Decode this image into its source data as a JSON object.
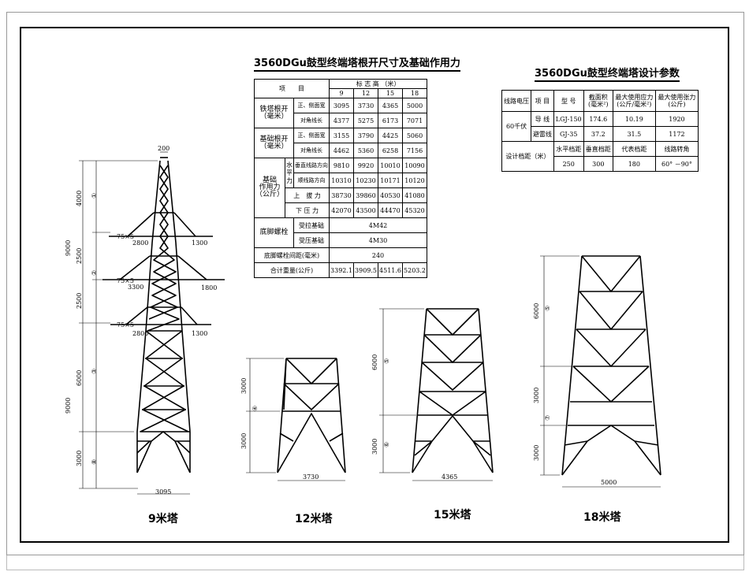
{
  "root_table": {
    "title": "3560DGu鼓型终端塔根开尺寸及基础作用力",
    "h_item": "项　　目",
    "h_height": "标 志 高 （米）",
    "heights": [
      "9",
      "12",
      "15",
      "18"
    ],
    "tower_root_label": "铁塔根开\n（毫米）",
    "foundation_root_label": "基础根开\n（毫米）",
    "front_side": "正、侧面宽",
    "diagonal": "对角线长",
    "tower_front": [
      "3095",
      "3730",
      "4365",
      "5000"
    ],
    "tower_diag": [
      "4377",
      "5275",
      "6173",
      "7071"
    ],
    "found_front": [
      "3155",
      "3790",
      "4425",
      "5060"
    ],
    "found_diag": [
      "4462",
      "5360",
      "6258",
      "7156"
    ],
    "force_label": "基础\n作用力\n（公斤）",
    "horizontal": "水平力",
    "perp": "垂直线路方向",
    "along": "顺线路方向",
    "perp_vals": [
      "9810",
      "9920",
      "10010",
      "10090"
    ],
    "along_vals": [
      "10310",
      "10230",
      "10171",
      "10120"
    ],
    "uplift": "上　拔 力",
    "uplift_vals": [
      "38730",
      "39860",
      "40530",
      "41080"
    ],
    "down": "下 压 力",
    "down_vals": [
      "42070",
      "43500",
      "44470",
      "45320"
    ],
    "bolt_label": "底脚螺栓",
    "tension_found": "受拉基础",
    "tension_val": "4M42",
    "comp_found": "受压基础",
    "comp_val": "4M30",
    "bolt_spacing": "底脚螺栓间距(毫米)",
    "bolt_spacing_val": "240",
    "weight": "合计重量(公斤)",
    "weight_vals": [
      "3392.1",
      "3909.5",
      "4511.6",
      "5203.2"
    ]
  },
  "design_table": {
    "title": "3560DGu鼓型终端塔设计参数",
    "h_voltage": "线路电压",
    "h_item": "项 目",
    "h_type": "型 号",
    "h_area": "截面积\n(毫米²)",
    "h_stress": "最大使用应力\n(公斤/毫米²)",
    "h_tension": "最大使用张力\n(公斤)",
    "voltage": "60千伏",
    "conductor": "导 线",
    "conductor_type": "LGJ-150",
    "conductor_area": "174.6",
    "conductor_stress": "10.19",
    "conductor_tension": "1920",
    "ground": "避雷线",
    "ground_type": "GJ-35",
    "ground_area": "37.2",
    "ground_stress": "31.5",
    "ground_tension": "1172",
    "span_label": "设计档距（米）",
    "h_hspan": "水平档距",
    "h_vspan": "垂直档距",
    "h_rspan": "代表档距",
    "h_angle": "线路转角",
    "hspan": "250",
    "vspan": "300",
    "rspan": "180",
    "angle": "60° －90°"
  },
  "tower9": {
    "caption": "9米塔",
    "top_width": "200",
    "base_width": "3095",
    "angle_label": "75×5",
    "arm1_left": "2800",
    "arm1_right": "1300",
    "arm2_left": "3300",
    "arm2_right": "1800",
    "arm3_left": "2800",
    "arm3_right": "1300",
    "seg1": "4000",
    "seg2": "2500",
    "seg3": "2500",
    "seg4": "6000",
    "seg5": "3000",
    "total_upper": "9000",
    "total_lower": "9000",
    "num1": "①",
    "num2": "②",
    "num3": "③",
    "num8": "⑧"
  },
  "tower12": {
    "caption": "12米塔",
    "base_width": "3730",
    "seg_upper": "3000",
    "seg_lower": "3000",
    "num": "④"
  },
  "tower15": {
    "caption": "15米塔",
    "base_width": "4365",
    "seg_upper": "6000",
    "seg_lower": "3000",
    "num_upper": "⑤",
    "num_lower": "⑥"
  },
  "tower18": {
    "caption": "18米塔",
    "base_width": "5000",
    "seg_top": "6000",
    "seg_mid": "3000",
    "seg_low": "3000",
    "num_top": "⑤",
    "num_mid": "⑦"
  }
}
